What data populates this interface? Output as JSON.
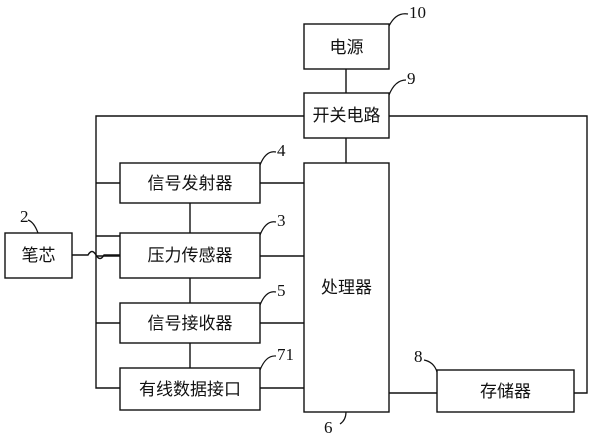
{
  "blocks": {
    "power_supply": {
      "label": "电源",
      "ref": "10"
    },
    "switch_circuit": {
      "label": "开关电路",
      "ref": "9"
    },
    "signal_transmitter": {
      "label": "信号发射器",
      "ref": "4"
    },
    "pen_core": {
      "label": "笔芯",
      "ref": "2"
    },
    "pressure_sensor": {
      "label": "压力传感器",
      "ref": "3"
    },
    "processor": {
      "label": "处理器",
      "ref": "6"
    },
    "signal_receiver": {
      "label": "信号接收器",
      "ref": "5"
    },
    "wired_data_interface": {
      "label": "有线数据接口",
      "ref": "71"
    },
    "memory": {
      "label": "存储器",
      "ref": "8"
    }
  }
}
